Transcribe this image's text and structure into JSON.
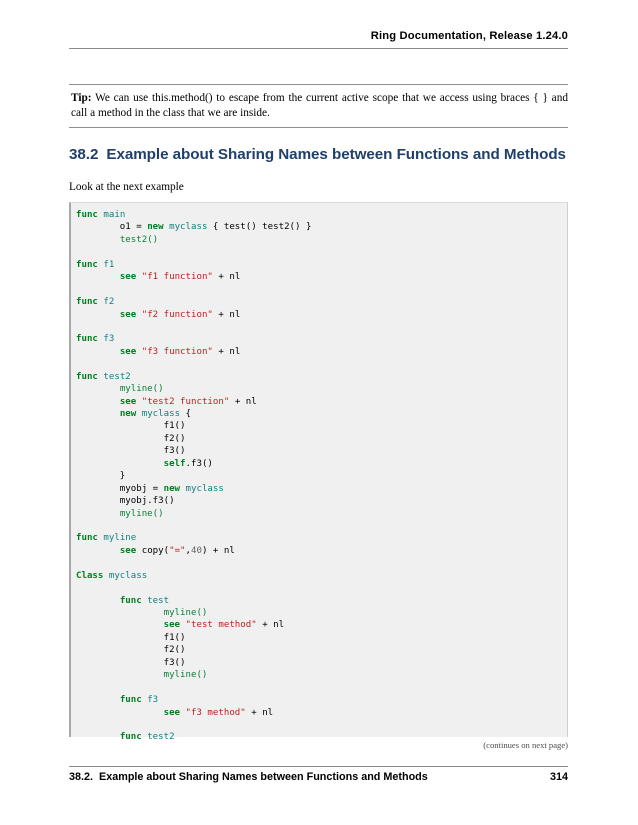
{
  "header": {
    "title": "Ring Documentation, Release 1.24.0"
  },
  "tip": {
    "label": "Tip:",
    "text": "We can use this.method() to escape from the current active scope that we access using braces { } and call a method in the class that we are inside."
  },
  "section": {
    "number": "38.2",
    "title": "Example about Sharing Names between Functions and Methods",
    "intro": "Look at the next example"
  },
  "code": {
    "continues_note": "(continues on next page)",
    "lines": [
      [
        {
          "t": "func",
          "c": "k"
        },
        {
          "t": " ",
          "c": "p"
        },
        {
          "t": "main",
          "c": "n"
        }
      ],
      [
        {
          "t": "        o1 = ",
          "c": "p"
        },
        {
          "t": "new",
          "c": "k"
        },
        {
          "t": " ",
          "c": "p"
        },
        {
          "t": "myclass",
          "c": "n"
        },
        {
          "t": " { test() test2() }",
          "c": "p"
        }
      ],
      [
        {
          "t": "        ",
          "c": "p"
        },
        {
          "t": "test2()",
          "c": "f"
        }
      ],
      [
        {
          "t": "",
          "c": "p"
        }
      ],
      [
        {
          "t": "func",
          "c": "k"
        },
        {
          "t": " ",
          "c": "p"
        },
        {
          "t": "f1",
          "c": "n"
        }
      ],
      [
        {
          "t": "        ",
          "c": "p"
        },
        {
          "t": "see",
          "c": "k"
        },
        {
          "t": " ",
          "c": "p"
        },
        {
          "t": "\"f1 function\"",
          "c": "s"
        },
        {
          "t": " + nl",
          "c": "p"
        }
      ],
      [
        {
          "t": "",
          "c": "p"
        }
      ],
      [
        {
          "t": "func",
          "c": "k"
        },
        {
          "t": " ",
          "c": "p"
        },
        {
          "t": "f2",
          "c": "n"
        }
      ],
      [
        {
          "t": "        ",
          "c": "p"
        },
        {
          "t": "see",
          "c": "k"
        },
        {
          "t": " ",
          "c": "p"
        },
        {
          "t": "\"f2 function\"",
          "c": "s"
        },
        {
          "t": " + nl",
          "c": "p"
        }
      ],
      [
        {
          "t": "",
          "c": "p"
        }
      ],
      [
        {
          "t": "func",
          "c": "k"
        },
        {
          "t": " ",
          "c": "p"
        },
        {
          "t": "f3",
          "c": "n"
        }
      ],
      [
        {
          "t": "        ",
          "c": "p"
        },
        {
          "t": "see",
          "c": "k"
        },
        {
          "t": " ",
          "c": "p"
        },
        {
          "t": "\"f3 function\"",
          "c": "s"
        },
        {
          "t": " + nl",
          "c": "p"
        }
      ],
      [
        {
          "t": "",
          "c": "p"
        }
      ],
      [
        {
          "t": "func",
          "c": "k"
        },
        {
          "t": " ",
          "c": "p"
        },
        {
          "t": "test2",
          "c": "n"
        }
      ],
      [
        {
          "t": "        ",
          "c": "p"
        },
        {
          "t": "myline()",
          "c": "f"
        }
      ],
      [
        {
          "t": "        ",
          "c": "p"
        },
        {
          "t": "see",
          "c": "k"
        },
        {
          "t": " ",
          "c": "p"
        },
        {
          "t": "\"test2 function\"",
          "c": "s"
        },
        {
          "t": " + nl",
          "c": "p"
        }
      ],
      [
        {
          "t": "        ",
          "c": "p"
        },
        {
          "t": "new",
          "c": "k"
        },
        {
          "t": " ",
          "c": "p"
        },
        {
          "t": "myclass",
          "c": "n"
        },
        {
          "t": " {",
          "c": "p"
        }
      ],
      [
        {
          "t": "                f1()",
          "c": "p"
        }
      ],
      [
        {
          "t": "                f2()",
          "c": "p"
        }
      ],
      [
        {
          "t": "                f3()",
          "c": "p"
        }
      ],
      [
        {
          "t": "                ",
          "c": "p"
        },
        {
          "t": "self",
          "c": "k"
        },
        {
          "t": ".f3()",
          "c": "p"
        }
      ],
      [
        {
          "t": "        }",
          "c": "p"
        }
      ],
      [
        {
          "t": "        myobj = ",
          "c": "p"
        },
        {
          "t": "new",
          "c": "k"
        },
        {
          "t": " ",
          "c": "p"
        },
        {
          "t": "myclass",
          "c": "n"
        }
      ],
      [
        {
          "t": "        myobj.f3()",
          "c": "p"
        }
      ],
      [
        {
          "t": "        ",
          "c": "p"
        },
        {
          "t": "myline()",
          "c": "f"
        }
      ],
      [
        {
          "t": "",
          "c": "p"
        }
      ],
      [
        {
          "t": "func",
          "c": "k"
        },
        {
          "t": " ",
          "c": "p"
        },
        {
          "t": "myline",
          "c": "n"
        }
      ],
      [
        {
          "t": "        ",
          "c": "p"
        },
        {
          "t": "see",
          "c": "k"
        },
        {
          "t": " copy(",
          "c": "p"
        },
        {
          "t": "\"=\"",
          "c": "s"
        },
        {
          "t": ",",
          "c": "p"
        },
        {
          "t": "40",
          "c": "num"
        },
        {
          "t": ") + nl",
          "c": "p"
        }
      ],
      [
        {
          "t": "",
          "c": "p"
        }
      ],
      [
        {
          "t": "Class",
          "c": "k"
        },
        {
          "t": " ",
          "c": "p"
        },
        {
          "t": "myclass",
          "c": "n"
        }
      ],
      [
        {
          "t": "",
          "c": "p"
        }
      ],
      [
        {
          "t": "        ",
          "c": "p"
        },
        {
          "t": "func",
          "c": "k"
        },
        {
          "t": " ",
          "c": "p"
        },
        {
          "t": "test",
          "c": "n"
        }
      ],
      [
        {
          "t": "                ",
          "c": "p"
        },
        {
          "t": "myline()",
          "c": "f"
        }
      ],
      [
        {
          "t": "                ",
          "c": "p"
        },
        {
          "t": "see",
          "c": "k"
        },
        {
          "t": " ",
          "c": "p"
        },
        {
          "t": "\"test method\"",
          "c": "s"
        },
        {
          "t": " + nl",
          "c": "p"
        }
      ],
      [
        {
          "t": "                f1()",
          "c": "p"
        }
      ],
      [
        {
          "t": "                f2()",
          "c": "p"
        }
      ],
      [
        {
          "t": "                f3()",
          "c": "p"
        }
      ],
      [
        {
          "t": "                ",
          "c": "p"
        },
        {
          "t": "myline()",
          "c": "f"
        }
      ],
      [
        {
          "t": "",
          "c": "p"
        }
      ],
      [
        {
          "t": "        ",
          "c": "p"
        },
        {
          "t": "func",
          "c": "k"
        },
        {
          "t": " ",
          "c": "p"
        },
        {
          "t": "f3",
          "c": "n"
        }
      ],
      [
        {
          "t": "                ",
          "c": "p"
        },
        {
          "t": "see",
          "c": "k"
        },
        {
          "t": " ",
          "c": "p"
        },
        {
          "t": "\"f3 method\"",
          "c": "s"
        },
        {
          "t": " + nl",
          "c": "p"
        }
      ],
      [
        {
          "t": "",
          "c": "p"
        }
      ],
      [
        {
          "t": "        ",
          "c": "p"
        },
        {
          "t": "func",
          "c": "k"
        },
        {
          "t": " ",
          "c": "p"
        },
        {
          "t": "test2",
          "c": "n"
        }
      ]
    ]
  },
  "footer": {
    "section_number": "38.2.",
    "section_title": "Example about Sharing Names between Functions and Methods",
    "page_number": "314"
  },
  "colors": {
    "heading": "#20406b",
    "keyword": "#007f20",
    "name": "#0f7f7f",
    "string": "#ba2121",
    "code_bg": "#f0f0f0"
  }
}
